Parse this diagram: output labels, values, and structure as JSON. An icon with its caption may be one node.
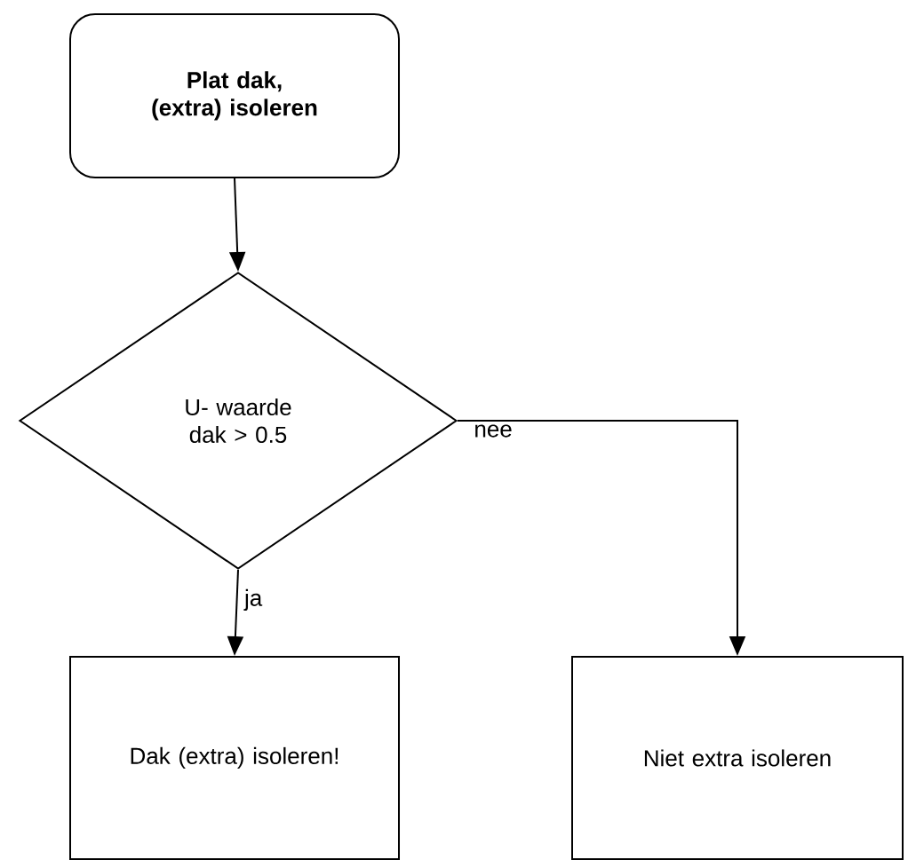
{
  "diagram": {
    "nodes": [
      {
        "text": [
          "Plat dak, (extra) isoleren"
        ]
      },
      {
        "text": [
          "U- waarde dak > 0.5"
        ]
      },
      {
        "text": [
          "Dak (extra) isoleren!"
        ]
      },
      {
        "text": [
          "Niet extra isoleren"
        ]
      }
    ],
    "edges": [
      {
        "from": 0,
        "to": 1,
        "arrow": "to"
      },
      {
        "from": 1,
        "to": 2,
        "arrow": "to",
        "label": "ja"
      },
      {
        "from": 1,
        "to": 3,
        "arrow": "to",
        "label": "nee"
      }
    ]
  }
}
